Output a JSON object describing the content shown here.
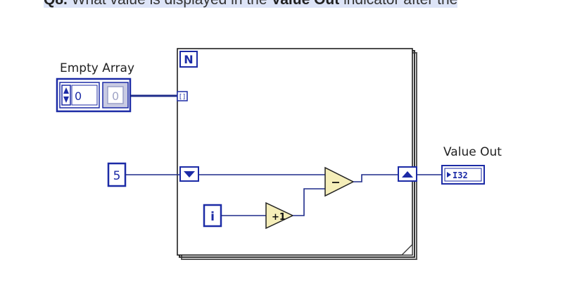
{
  "question": {
    "prefix": "Q8.",
    "part1": "What value is displayed in the",
    "bold": "Value Out",
    "part2": "indicator after the"
  },
  "loop": {
    "count_terminal": "N",
    "iteration_terminal": "i"
  },
  "controls": {
    "empty_array_label": "Empty Array",
    "index_value": "0",
    "element_value": "0",
    "constant_value": "5"
  },
  "functions": {
    "increment_label": "+1"
  },
  "indicator": {
    "label": "Value Out",
    "type": "I32"
  },
  "colors": {
    "wire_blue": "#1e2b8a",
    "loop_border": "#000000",
    "node_fill": "#f5eeb9",
    "tunnel_blue": "#1c2ba6",
    "highlight": "#dde4f7"
  }
}
